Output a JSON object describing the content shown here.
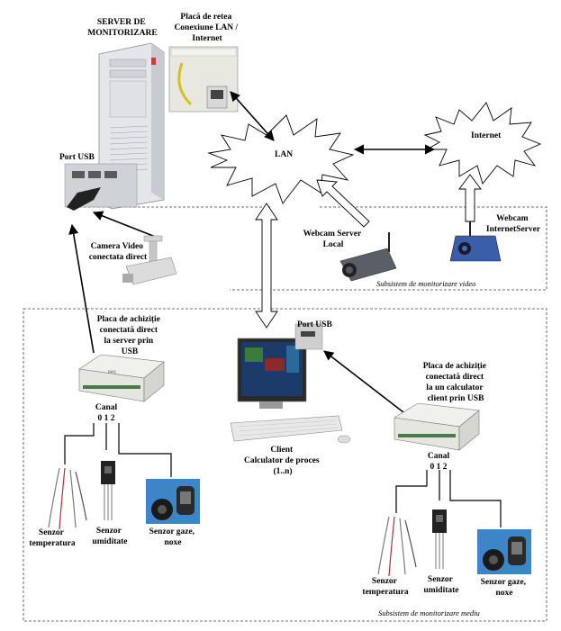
{
  "labels": {
    "server": [
      "SERVER DE",
      "MONITORIZARE"
    ],
    "network_card": [
      "Placă de retea",
      "Conexiune LAN /",
      "Internet"
    ],
    "port_usb_server": "Port USB",
    "lan": "LAN",
    "internet": "Internet",
    "camera_video": [
      "Camera Video",
      "conectata direct"
    ],
    "webcam_local": [
      "Webcam Server",
      "Local"
    ],
    "webcam_internet": [
      "Webcam",
      "InternetServer"
    ],
    "subsystem_video": "Subsistem de monitorizare video",
    "daq_server": [
      "Placa de achiziție",
      "conectată direct",
      "la server prin",
      "USB"
    ],
    "canal_left": "Canal",
    "channels_left": "0  1  2",
    "port_usb_client": "Port USB",
    "client": [
      "Client",
      "Calculator de proces",
      "(1..n)"
    ],
    "daq_client": [
      "Placa de achiziție",
      "conectată direct",
      "la un calculator",
      "client prin USB"
    ],
    "canal_right": "Canal",
    "channels_right": "0  1  2",
    "sensor_temp_left": [
      "Senzor",
      "temperatura"
    ],
    "sensor_hum_left": [
      "Senzor",
      "umiditate"
    ],
    "sensor_gas_left": [
      "Senzor gaze,",
      "noxe"
    ],
    "sensor_temp_right": [
      "Senzor",
      "temperatura"
    ],
    "sensor_hum_right": [
      "Senzor",
      "umiditate"
    ],
    "sensor_gas_right": [
      "Senzor gaze,",
      "noxe"
    ],
    "subsystem_env": "Subsistem de monitorizare mediu"
  }
}
